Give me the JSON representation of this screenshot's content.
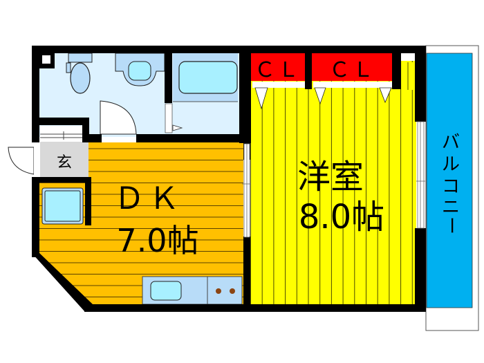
{
  "plan": {
    "rooms": {
      "dk": {
        "name": "ＤＫ",
        "size": "7.0帖",
        "color": "#FFC000"
      },
      "western": {
        "name": "洋室",
        "size": "8.0帖",
        "color": "#FFFF00"
      },
      "entrance": {
        "name": "玄",
        "color": "#D9D9D9"
      },
      "balcony": {
        "name": "バルコニー",
        "chars": [
          "バ",
          "ル",
          "コ",
          "ニ",
          "ー"
        ],
        "color": "#00B0F0"
      },
      "bath": {
        "color": "#DDF2FF"
      }
    },
    "closets": [
      {
        "label": "ＣＬ",
        "color": "#FF0000"
      },
      {
        "label": "ＣＬ",
        "color": "#FF0000"
      }
    ],
    "colors": {
      "wall": "#000000",
      "fixture": "#B8DCF8",
      "fixture_inner": "#A8F0FF",
      "stove_burner": "#8B4513"
    }
  }
}
